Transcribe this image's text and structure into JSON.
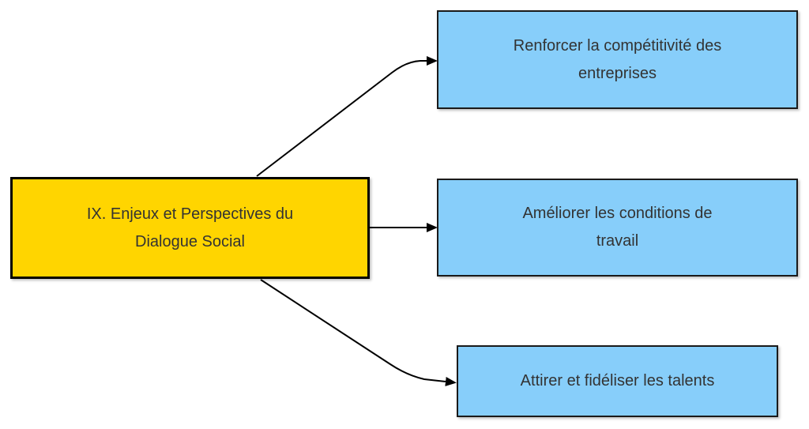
{
  "diagram": {
    "background_color": "#FFFFFF",
    "text_color": "#333333",
    "connector_color": "#000000",
    "source_node": {
      "label": "IX. Enjeux et Perspectives du\nDialogue Social",
      "fill": "#FFD500",
      "border_color": "#000000"
    },
    "target_nodes": [
      {
        "label": "Renforcer la compétitivité des\nentreprises",
        "fill": "#87CEFA",
        "border_color": "#1A1A1A"
      },
      {
        "label": "Améliorer les conditions de\ntravail",
        "fill": "#87CEFA",
        "border_color": "#1A1A1A"
      },
      {
        "label": "Attirer et fidéliser les talents",
        "fill": "#87CEFA",
        "border_color": "#1A1A1A"
      }
    ]
  }
}
